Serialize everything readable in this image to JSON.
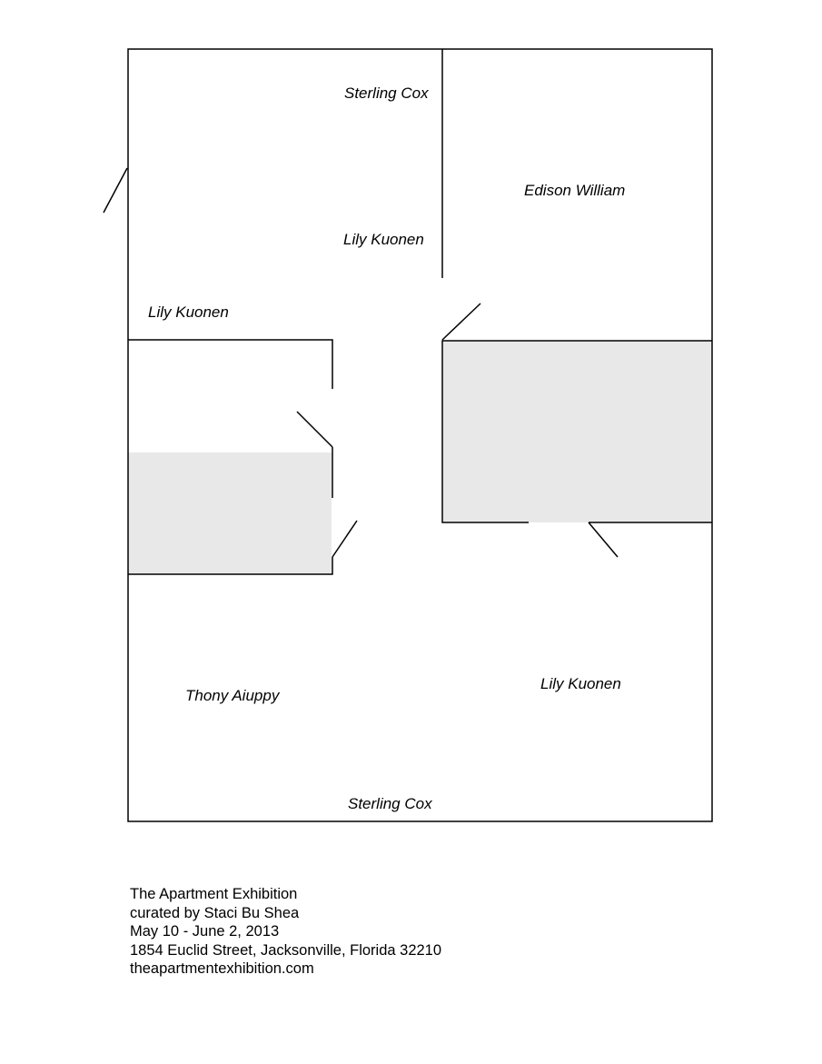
{
  "floorplan": {
    "labels": {
      "top_center": "Sterling Cox",
      "upper_right_room": "Edison William",
      "upper_left_room": "Lily Kuonen",
      "left_hallway": "Lily Kuonen",
      "lower_left_room": "Thony Aiuppy",
      "lower_right_room": "Lily Kuonen",
      "bottom_center": "Sterling Cox"
    },
    "colors": {
      "wall": "#000000",
      "shaded_area": "#e8e8e8",
      "background": "#ffffff"
    }
  },
  "info": {
    "title": "The Apartment Exhibition",
    "curator": "curated by Staci Bu Shea",
    "dates": "May 10 - June 2, 2013",
    "address": "1854 Euclid Street, Jacksonville, Florida 32210",
    "website": "theapartmentexhibition.com"
  }
}
